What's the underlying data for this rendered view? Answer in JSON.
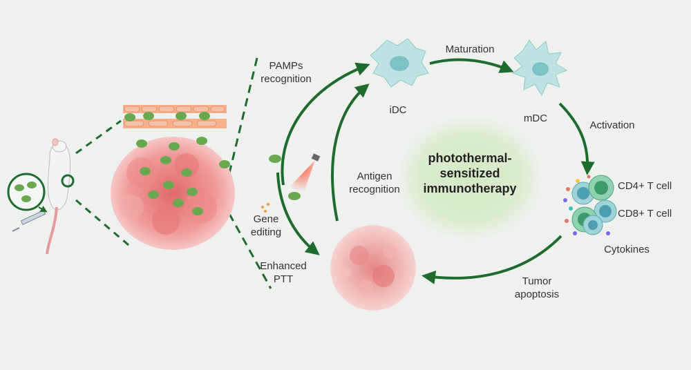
{
  "colors": {
    "background": "#eef1ee",
    "arrow_green": "#1f6b2e",
    "bacteria_green": "#6aa84f",
    "tumor_red": "#e57373",
    "center_glow": "#cfe3bf",
    "dc_cyan": "#a7d9d9"
  },
  "labels": {
    "pamps": "PAMPs\nrecognition",
    "gene_editing": "Gene\nediting",
    "enhanced_ptt": "Enhanced\nPTT",
    "antigen_recognition": "Antigen\nrecognition",
    "idc": "iDC",
    "maturation": "Maturation",
    "mdc": "mDC",
    "activation": "Activation",
    "cd4": "CD4+ T cell",
    "cd8": "CD8+ T cell",
    "cytokines": "Cytokines",
    "tumor_apoptosis": "Tumor\napoptosis"
  },
  "center": {
    "title": "photothermal-\nsensitized\nimmunotherapy"
  },
  "icons": [
    "mouse-icon",
    "syringe-icon",
    "bacteria-icon",
    "tumor-mass-icon",
    "endothelial-layer-icon",
    "laser-icon",
    "dendritic-cell-icon",
    "t-cell-icon",
    "cytokine-dots-icon",
    "apoptotic-tumor-icon"
  ]
}
